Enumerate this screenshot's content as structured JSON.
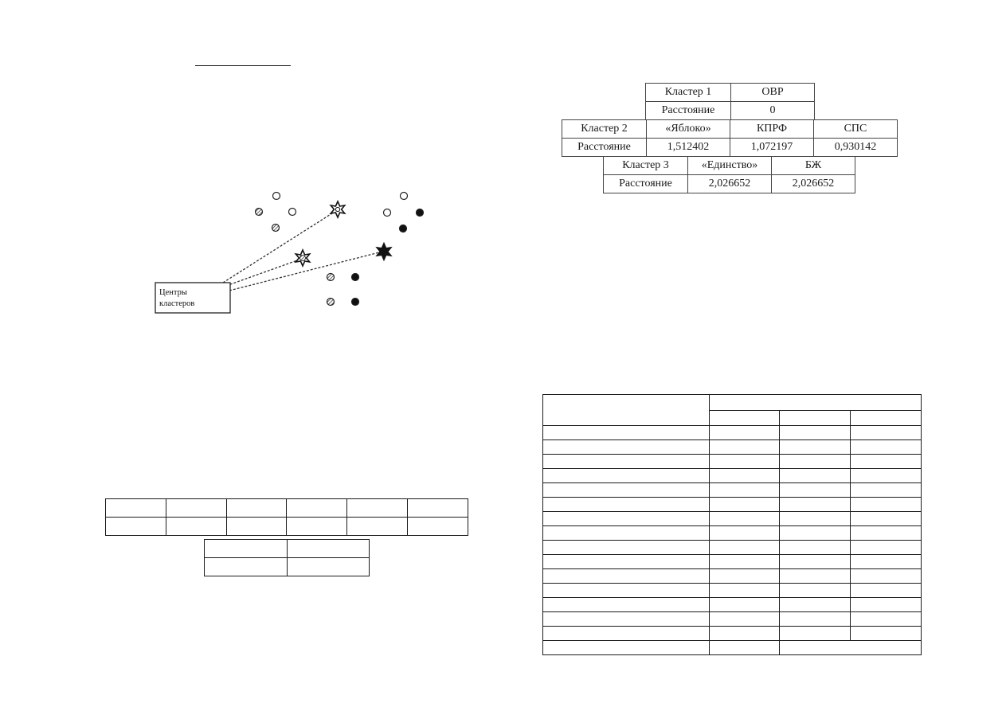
{
  "diagram": {
    "box_label_line1": "Центры",
    "box_label_line2": "кластеров"
  },
  "cluster_tables": [
    {
      "header": [
        "Кластер 1",
        "ОВР"
      ],
      "row": [
        "Расстояние",
        "0"
      ]
    },
    {
      "header": [
        "Кластер 2",
        "«Яблоко»",
        "КПРФ",
        "СПС"
      ],
      "row": [
        "Расстояние",
        "1,512402",
        "1,072197",
        "0,930142"
      ]
    },
    {
      "header": [
        "Кластер 3",
        "«Единство»",
        "БЖ"
      ],
      "row": [
        "Расстояние",
        "2,026652",
        "2,026652"
      ]
    }
  ]
}
